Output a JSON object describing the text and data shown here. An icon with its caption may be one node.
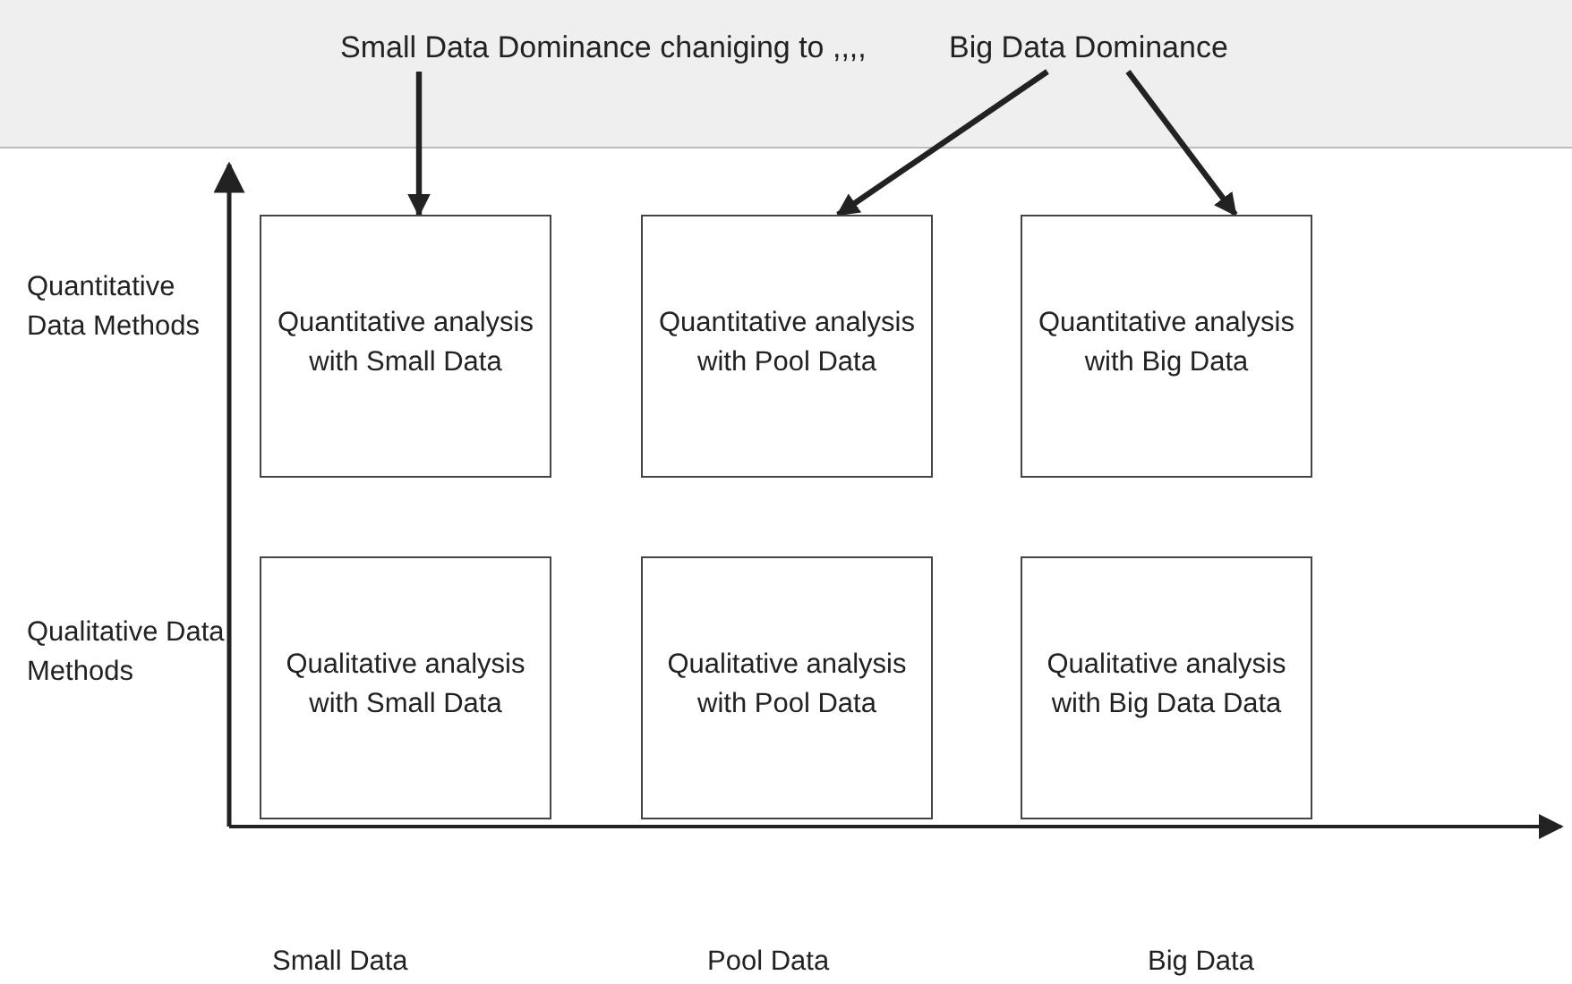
{
  "diagram": {
    "nodes": [
      {
        "text": [
          "Small Data Dominance chaniging to ,,,,"
        ]
      },
      {
        "text": [
          "Big Data Dominance"
        ]
      },
      {
        "text": [
          "Quantitative analysis with Small Data"
        ]
      },
      {
        "text": [
          "Quantitative analysis with Pool Data"
        ]
      },
      {
        "text": [
          "Quantitative analysis with Big Data"
        ]
      },
      {
        "text": [
          "Qualitative analysis with Small Data"
        ]
      },
      {
        "text": [
          "Qualitative analysis with Pool Data"
        ]
      },
      {
        "text": [
          "Qualitative analysis with Big Data Data"
        ]
      }
    ],
    "edges": [
      {
        "from": 0,
        "to": 2,
        "arrow": "to"
      },
      {
        "from": 1,
        "to": 3,
        "arrow": "to"
      },
      {
        "from": 1,
        "to": 4,
        "arrow": "to"
      }
    ],
    "labels": [
      "Quantitative Data Methods",
      "Qualitative Data Methods",
      "Small Data",
      "Pool Data",
      "Big Data"
    ]
  }
}
